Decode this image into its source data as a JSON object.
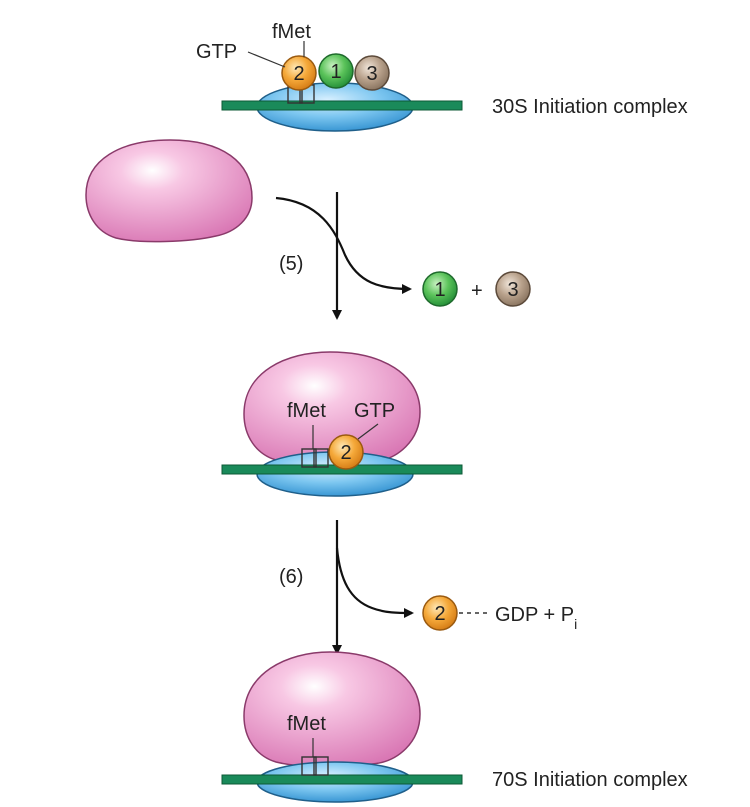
{
  "labels": {
    "complex_30s": "30S Initiation complex",
    "complex_70s": "70S Initiation complex",
    "step5": "(5)",
    "step6": "(6)",
    "gtp": "GTP",
    "fmet": "fMet",
    "plus": "+",
    "gdp": "GDP + P",
    "gdp_sub": "i"
  },
  "factors": {
    "if1": "1",
    "if2": "2",
    "if3": "3"
  },
  "colors": {
    "mrna": "#1a8a5a",
    "small_subunit": "#5cb8ea",
    "large_subunit": "#ee9bc9",
    "if1": "#3fae4a",
    "if2": "#f0a030",
    "if3": "#a89480",
    "arrow": "#111111"
  }
}
